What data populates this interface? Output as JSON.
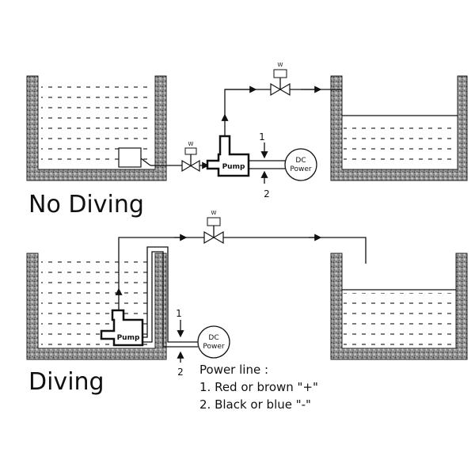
{
  "labels": {
    "no_diving": "No Diving",
    "diving": "Diving",
    "pump": "Pump",
    "dc": "DC",
    "power": "Power",
    "valve": "W",
    "wire_1": "1",
    "wire_2": "2"
  },
  "power_note": {
    "title": "Power line :",
    "line1": "1. Red or brown \"+\"",
    "line2": "2. Black or blue \"-\""
  }
}
